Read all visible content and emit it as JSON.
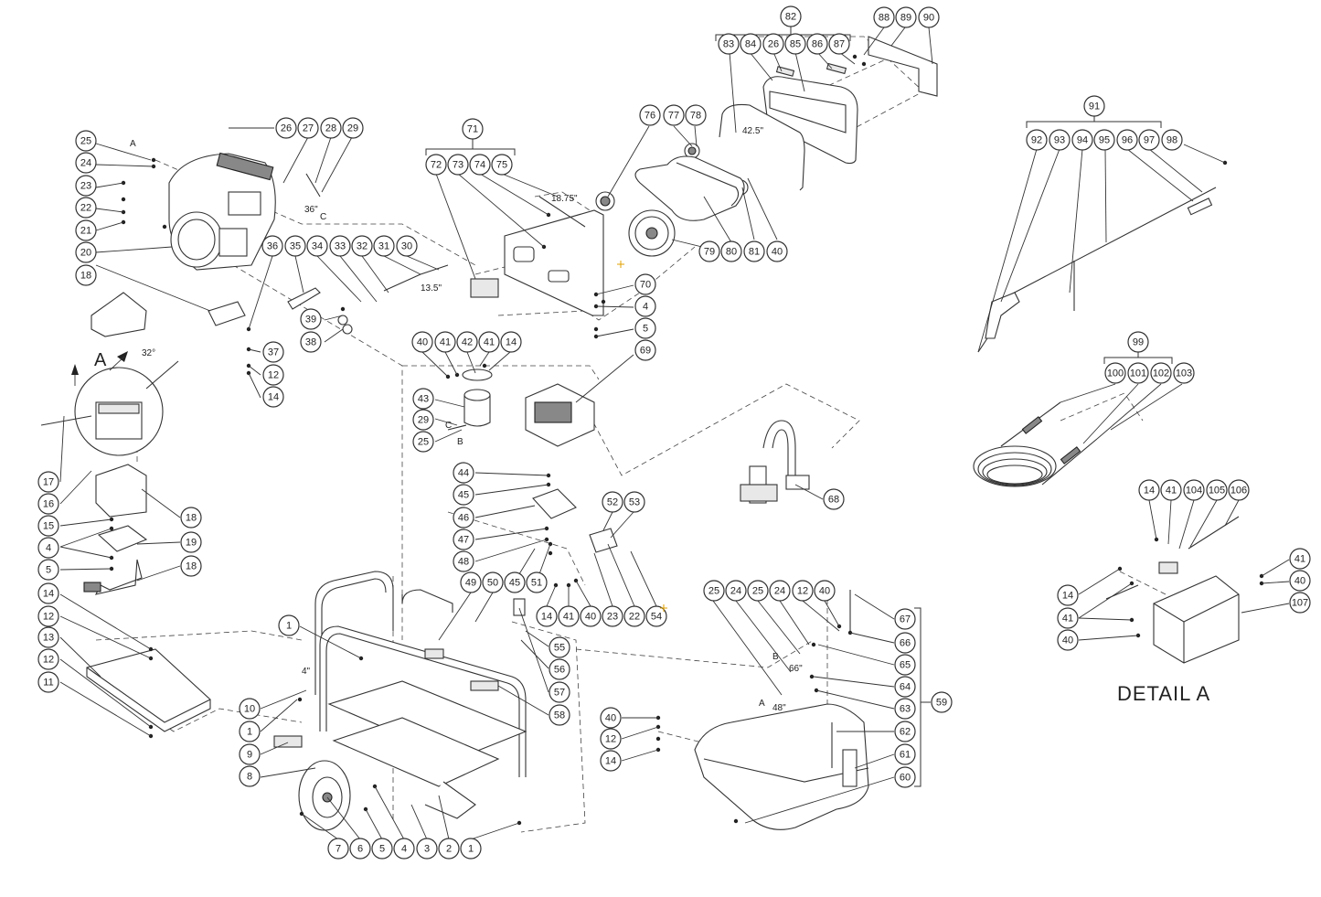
{
  "detail": {
    "title": "DETAIL  A",
    "marker": "A",
    "angle": "32°"
  },
  "dimensions": {
    "d1": "36\"",
    "d2": "13.5\"",
    "d3": "18.75\"",
    "d4": "42.5\"",
    "d5": "66\"",
    "d6": "48\"",
    "d7": "4\""
  },
  "letters": {
    "a1": "A",
    "c1": "C",
    "c2": "C",
    "b1": "B",
    "b2": "B",
    "a2": "A"
  },
  "callouts": {
    "c82": "82",
    "c88": "88",
    "c89": "89",
    "c90": "90",
    "c83": "83",
    "c84": "84",
    "c26a": "26",
    "c85": "85",
    "c86": "86",
    "c87": "87",
    "c91": "91",
    "c92": "92",
    "c93": "93",
    "c94": "94",
    "c95": "95",
    "c96": "96",
    "c97": "97",
    "c98": "98",
    "c71": "71",
    "c72": "72",
    "c73": "73",
    "c74": "74",
    "c75": "75",
    "c76": "76",
    "c77": "77",
    "c78": "78",
    "c79": "79",
    "c80": "80",
    "c81": "81",
    "c40a": "40",
    "c25a": "25",
    "c24a": "24",
    "c23a": "23",
    "c22a": "22",
    "c21": "21",
    "c20": "20",
    "c26b": "26",
    "c27": "27",
    "c28": "28",
    "c29a": "29",
    "c36": "36",
    "c35": "35",
    "c34": "34",
    "c33": "33",
    "c32": "32",
    "c31": "31",
    "c30": "30",
    "c70": "70",
    "c4a": "4",
    "c5a": "5",
    "c69": "69",
    "c18a": "18",
    "c39": "39",
    "c38": "38",
    "c37": "37",
    "c12a": "12",
    "c14a": "14",
    "c40b": "40",
    "c41a": "41",
    "c42": "42",
    "c41b": "41",
    "c14b": "14",
    "c43": "43",
    "c29b": "29",
    "c25b": "25",
    "c99": "99",
    "c100": "100",
    "c101": "101",
    "c102": "102",
    "c103": "103",
    "c17": "17",
    "c16": "16",
    "c15": "15",
    "c4b": "4",
    "c5b": "5",
    "c18b": "18",
    "c19": "19",
    "c18c": "18",
    "c44": "44",
    "c45a": "45",
    "c46": "46",
    "c47": "47",
    "c48": "48",
    "c52": "52",
    "c53": "53",
    "c68": "68",
    "c14c": "14",
    "c41c": "41",
    "c104": "104",
    "c105": "105",
    "c106": "106",
    "c49": "49",
    "c50": "50",
    "c45b": "45",
    "c51": "51",
    "c14d": "14",
    "c41d": "41",
    "c40c": "40",
    "c23b": "23",
    "c22b": "22",
    "c54": "54",
    "c41e": "41",
    "c40d": "40",
    "c14e": "14",
    "c41f": "41",
    "c40e": "40",
    "c107": "107",
    "c14f": "14",
    "c12b": "12",
    "c13": "13",
    "c12c": "12",
    "c11": "11",
    "c1a": "1",
    "c55": "55",
    "c56": "56",
    "c57": "57",
    "c58": "58",
    "c25c": "25",
    "c24b": "24",
    "c25d": "25",
    "c24c": "24",
    "c12d": "12",
    "c40f": "40",
    "c67": "67",
    "c66": "66",
    "c65": "65",
    "c64": "64",
    "c63": "63",
    "c59": "59",
    "c62": "62",
    "c61": "61",
    "c60": "60",
    "c10": "10",
    "c1b": "1",
    "c9": "9",
    "c8": "8",
    "c40g": "40",
    "c12e": "12",
    "c14g": "14",
    "c7": "7",
    "c6": "6",
    "c5c": "5",
    "c4c": "4",
    "c3": "3",
    "c2": "2",
    "c1c": "1"
  }
}
